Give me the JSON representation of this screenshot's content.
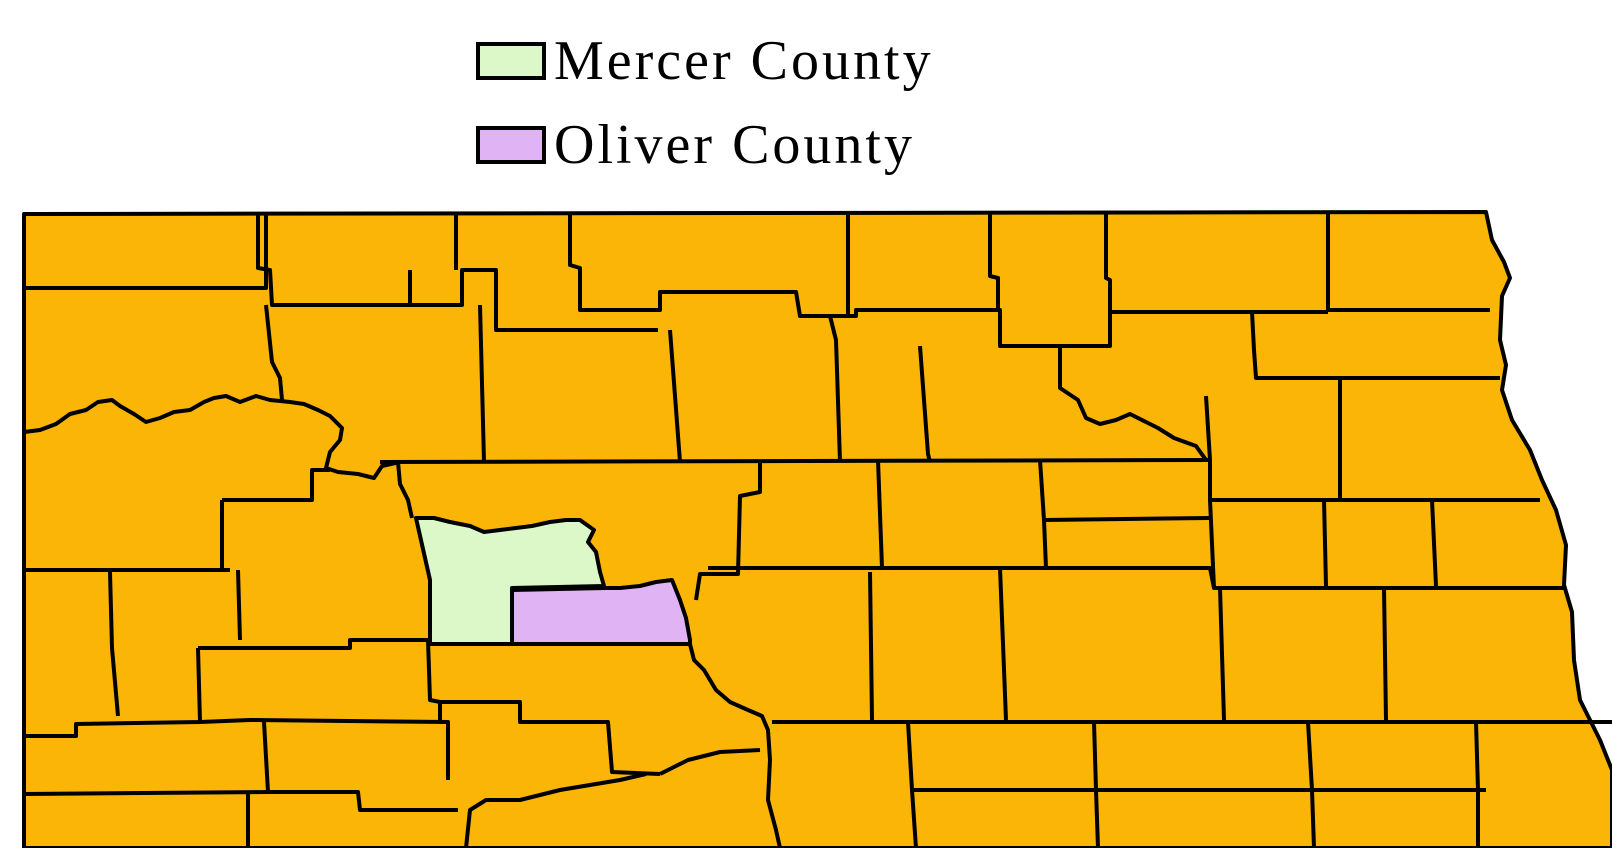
{
  "legend": {
    "items": [
      {
        "label": "Mercer County",
        "color": "#dcf7c8",
        "swatch_name": "mercer-county-swatch"
      },
      {
        "label": "Oliver County",
        "color": "#e0b4f4",
        "swatch_name": "oliver-county-swatch"
      }
    ]
  },
  "map": {
    "default_color": "#fbb507",
    "border_color": "#000000",
    "highlighted_counties": [
      {
        "name": "Mercer County",
        "color": "#dcf7c8"
      },
      {
        "name": "Oliver County",
        "color": "#e0b4f4"
      }
    ]
  }
}
